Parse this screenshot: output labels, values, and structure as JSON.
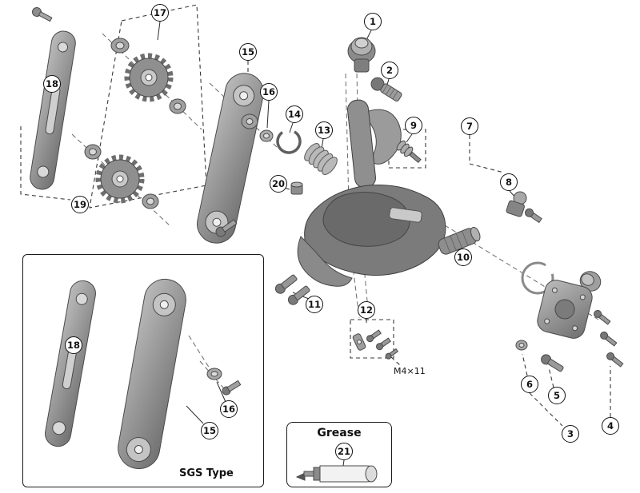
{
  "figure_type": "exploded-parts-diagram",
  "labels": {
    "sgs_type": "SGS Type",
    "grease": "Grease",
    "m4x11": "M4×11"
  },
  "callouts": {
    "c1": "1",
    "c2": "2",
    "c3": "3",
    "c4": "4",
    "c5": "5",
    "c6": "6",
    "c7": "7",
    "c8": "8",
    "c9": "9",
    "c10": "10",
    "c11": "11",
    "c12": "12",
    "c13": "13",
    "c14": "14",
    "c15": "15",
    "c16": "16",
    "c17": "17",
    "c18": "18",
    "c19": "19",
    "c20": "20",
    "c21": "21"
  }
}
